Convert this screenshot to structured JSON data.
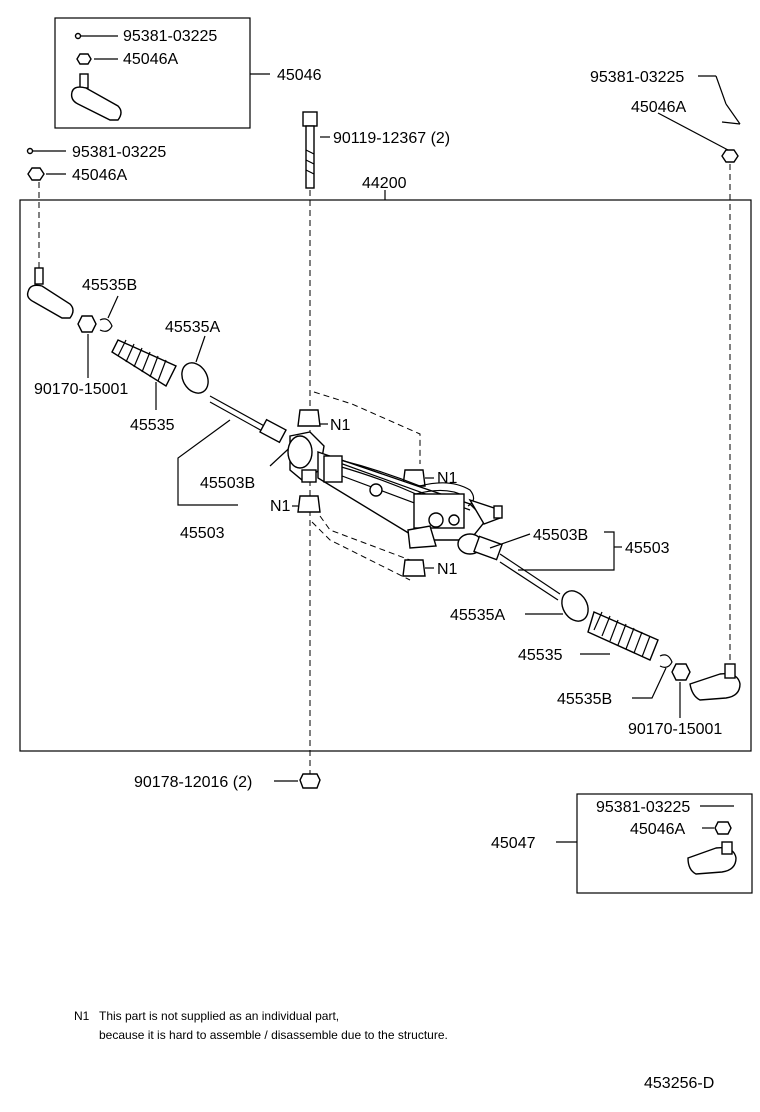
{
  "labels": {
    "top_box_pin": "95381-03225",
    "top_box_nut": "45046A",
    "top_box_ref": "45046",
    "left_pin": "95381-03225",
    "left_nut": "45046A",
    "bolt": "90119-12367 (2)",
    "rack_assy": "44200",
    "right_pin": "95381-03225",
    "right_nut": "45046A",
    "l_clamp_b": "45535B",
    "l_clamp_a": "45535A",
    "l_jam_nut": "90170-15001",
    "l_boot": "45535",
    "l_end_b": "45503B",
    "l_end": "45503",
    "n1_top": "N1",
    "n1_mid": "N1",
    "n1_left": "N1",
    "n1_bottom": "N1",
    "r_end_b": "45503B",
    "r_end": "45503",
    "r_clamp_a": "45535A",
    "r_boot": "45535",
    "r_clamp_b": "45535B",
    "r_jam_nut": "90170-15001",
    "nut_bottom": "90178-12016 (2)",
    "bot_box_pin": "95381-03225",
    "bot_box_nut": "45046A",
    "bot_box_ref": "45047"
  },
  "note": {
    "key": "N1",
    "line1": "This part is not supplied as an individual part,",
    "line2": "because it is hard to assemble / disassemble due to the structure."
  },
  "figure_id": "453256-D"
}
